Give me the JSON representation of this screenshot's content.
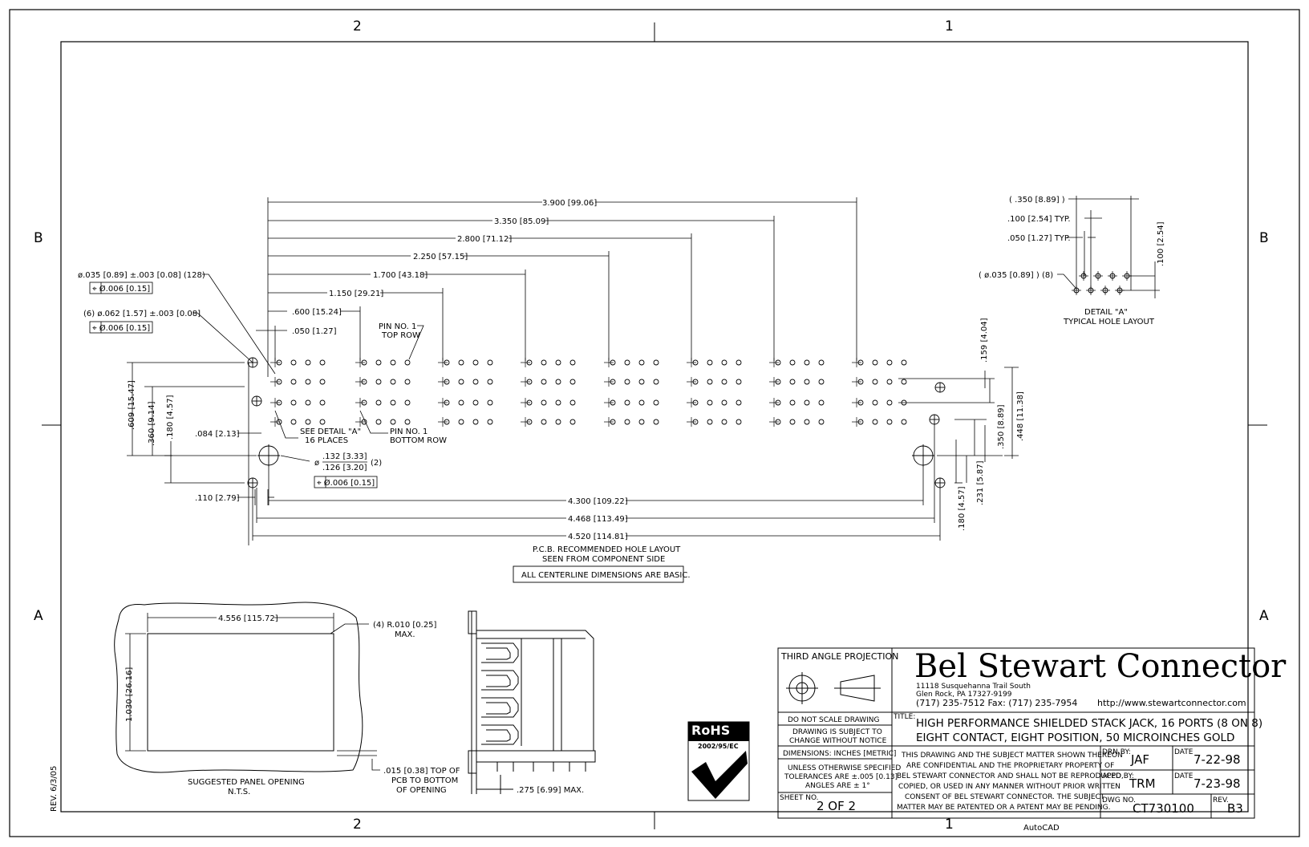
{
  "zones": {
    "top_left": "2",
    "top_right": "1",
    "bottom_left": "2",
    "bottom_right": "1",
    "left_upper": "B",
    "right_upper": "B",
    "left_lower": "A",
    "right_lower": "A"
  },
  "dims": {
    "d3900": "3.900 [99.06]",
    "d3350": "3.350 [85.09]",
    "d2800": "2.800 [71.12]",
    "d2250": "2.250 [57.15]",
    "d1700": "1.700 [43.18]",
    "d1150": "1.150 [29.21]",
    "d600": ".600 [15.24]",
    "d050": ".050 [1.27]",
    "d4300": "4.300 [109.22]",
    "d4468": "4.468 [113.49]",
    "d4520": "4.520 [114.81]",
    "d609": ".609 [15.47]",
    "d360": ".360 [9.14]",
    "d180a": ".180 [4.57]",
    "d084": ".084 [2.13]",
    "d110": ".110 [2.79]",
    "d159": ".159 [4.04]",
    "d350r": ".350 [8.89]",
    "d448": ".448 [11.38]",
    "d231": ".231 [5.87]",
    "d180b": ".180 [4.57]",
    "panel_w": "4.556 [115.72]",
    "panel_h": "1.030 [26.16]",
    "d275": ".275 [6.99] MAX."
  },
  "callouts": {
    "hole035": "ø.035 [0.89] ±.003 [0.08] (128)",
    "tol1": "⌖ Ø.006 [0.15]",
    "hole062": "(6) ø.062 [1.57] ±.003 [0.08]",
    "tol2": "⌖ Ø.006 [0.15]",
    "pin1_top_1": "PIN NO. 1",
    "pin1_top_2": "TOP ROW",
    "see_detail_1": "SEE DETAIL \"A\"",
    "see_detail_2": "16 PLACES",
    "pin1_bot_1": "PIN NO. 1",
    "pin1_bot_2": "BOTTOM ROW",
    "hole132_phi": "ø",
    "hole132_top": ".132 [3.33]",
    "hole132_bot": ".126 [3.20]",
    "hole132_qty": "(2)",
    "tol3": "⌖ Ø.006 [0.15]",
    "pcb_1": "P.C.B. RECOMMENDED HOLE LAYOUT",
    "pcb_2": "SEEN FROM COMPONENT SIDE",
    "basic": "ALL CENTERLINE DIMENSIONS ARE BASIC.",
    "radius_1": "(4) R.010 [0.25]",
    "radius_2": "MAX.",
    "panel_1": "SUGGESTED PANEL OPENING",
    "panel_2": "N.T.S.",
    "pcb_top_1": ".015 [0.38] TOP OF",
    "pcb_top_2": "PCB TO BOTTOM",
    "pcb_top_3": "OF OPENING",
    "rev_side": "REV. 6/3/05",
    "autocad": "AutoCAD"
  },
  "detail_a": {
    "d350": "( .350 [8.89] )",
    "d100": ".100 [2.54] TYP.",
    "d050": ".050 [1.27] TYP.",
    "hole": "( ø.035 [0.89] ) (8)",
    "d100v": ".100 [2.54]",
    "title_1": "DETAIL \"A\"",
    "title_2": "TYPICAL HOLE LAYOUT"
  },
  "title_block": {
    "projection": "THIRD ANGLE PROJECTION",
    "company": "Bel Stewart Connector",
    "addr1": "11118 Susquehanna Trail South",
    "addr2": "Glen Rock, PA  17327-9199",
    "addr3": "(717) 235-7512  Fax: (717) 235-7954",
    "url": "http://www.stewartconnector.com",
    "no_scale": "DO NOT SCALE DRAWING",
    "change_1": "DRAWING IS SUBJECT TO",
    "change_2": "CHANGE WITHOUT NOTICE",
    "dimensions": "DIMENSIONS: INCHES [METRIC]",
    "tol_1": "UNLESS OTHERWISE SPECIFIED",
    "tol_2": "TOLERANCES ARE ±.005 [0.13]",
    "tol_3": "ANGLES ARE ± 1°",
    "sheet_label": "SHEET NO.",
    "sheet": "2 OF 2",
    "title_label": "TITLE:",
    "title_1": "HIGH PERFORMANCE SHIELDED STACK JACK, 16 PORTS (8 ON 8)",
    "title_2": "EIGHT CONTACT, EIGHT POSITION, 50 MICROINCHES GOLD",
    "conf_1": "THIS DRAWING AND THE SUBJECT MATTER SHOWN THEREON",
    "conf_2": "ARE CONFIDENTIAL AND THE PROPRIETARY PROPERTY OF",
    "conf_3": "BEL STEWART CONNECTOR AND SHALL NOT BE REPRODUCED,",
    "conf_4": "COPIED, OR USED IN ANY MANNER WITHOUT PRIOR WRITTEN",
    "conf_5": "CONSENT OF BEL STEWART CONNECTOR.  THE SUBJECT",
    "conf_6": "MATTER MAY BE PATENTED OR A PATENT MAY BE PENDING.",
    "drn_label": "DRN BY:",
    "drn": "JAF",
    "date_label": "DATE",
    "drn_date": "7-22-98",
    "appd_label": "APPD BY:",
    "appd": "TRM",
    "appd_date": "7-23-98",
    "dwg_label": "DWG NO.",
    "dwg": "CT730100",
    "rev_label": "REV.",
    "rev": "B3"
  },
  "rohs": {
    "logo": "RoHS",
    "directive": "2002/95/EC"
  },
  "colors": {
    "ink": "#000000",
    "paper": "#ffffff"
  }
}
